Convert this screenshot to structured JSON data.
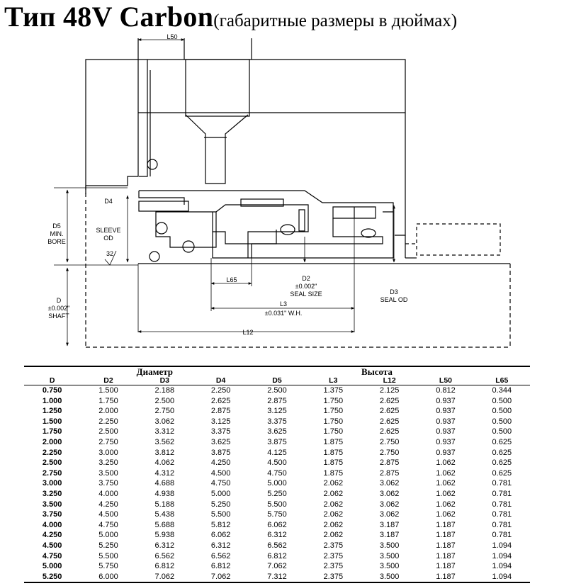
{
  "title": {
    "main": "Тип 48V Carbon",
    "sub": "(габаритные размеры в дюймах)"
  },
  "drawing": {
    "labels": {
      "l50": "L50",
      "d5_1": "D5",
      "d5_2": "MIN.",
      "d5_3": "BORE",
      "d4_1": "D4",
      "d4_2": "SLEEVE",
      "d4_3": "OD",
      "finish": "32",
      "d_1": "D",
      "d_2": "±0.002\"",
      "d_3": "SHAFT",
      "l65": "L65",
      "d2_1": "D2",
      "d2_2": "±0.002\"",
      "d2_3": "SEAL SIZE",
      "d3_1": "D3",
      "d3_2": "SEAL OD",
      "l3_1": "L3",
      "l3_2": "±0.031\" W.H.",
      "l12": "L12"
    }
  },
  "table": {
    "group_diameter": "Диаметр",
    "group_height": "Высота",
    "columns": [
      "D",
      "D2",
      "D3",
      "D4",
      "D5",
      "L3",
      "L12",
      "L50",
      "L65"
    ],
    "rows": [
      [
        "0.750",
        "1.500",
        "2.188",
        "2.250",
        "2.500",
        "1.375",
        "2.125",
        "0.812",
        "0.344"
      ],
      [
        "1.000",
        "1.750",
        "2.500",
        "2.625",
        "2.875",
        "1.750",
        "2.625",
        "0.937",
        "0.500"
      ],
      [
        "1.250",
        "2.000",
        "2.750",
        "2.875",
        "3.125",
        "1.750",
        "2.625",
        "0.937",
        "0.500"
      ],
      [
        "1.500",
        "2.250",
        "3.062",
        "3.125",
        "3.375",
        "1.750",
        "2.625",
        "0.937",
        "0.500"
      ],
      [
        "1.750",
        "2.500",
        "3.312",
        "3.375",
        "3.625",
        "1.750",
        "2.625",
        "0.937",
        "0.500"
      ],
      [
        "2.000",
        "2.750",
        "3.562",
        "3.625",
        "3.875",
        "1.875",
        "2.750",
        "0.937",
        "0.625"
      ],
      [
        "2.250",
        "3.000",
        "3.812",
        "3.875",
        "4.125",
        "1.875",
        "2.750",
        "0.937",
        "0.625"
      ],
      [
        "2.500",
        "3.250",
        "4.062",
        "4.250",
        "4.500",
        "1.875",
        "2.875",
        "1.062",
        "0.625"
      ],
      [
        "2.750",
        "3.500",
        "4.312",
        "4.500",
        "4.750",
        "1.875",
        "2.875",
        "1.062",
        "0.625"
      ],
      [
        "3.000",
        "3.750",
        "4.688",
        "4.750",
        "5.000",
        "2.062",
        "3.062",
        "1.062",
        "0.781"
      ],
      [
        "3.250",
        "4.000",
        "4.938",
        "5.000",
        "5.250",
        "2.062",
        "3.062",
        "1.062",
        "0.781"
      ],
      [
        "3.500",
        "4.250",
        "5.188",
        "5.250",
        "5.500",
        "2.062",
        "3.062",
        "1.062",
        "0.781"
      ],
      [
        "3.750",
        "4.500",
        "5.438",
        "5.500",
        "5.750",
        "2.062",
        "3.062",
        "1.062",
        "0.781"
      ],
      [
        "4.000",
        "4.750",
        "5.688",
        "5.812",
        "6.062",
        "2.062",
        "3.187",
        "1.187",
        "0.781"
      ],
      [
        "4.250",
        "5.000",
        "5.938",
        "6.062",
        "6.312",
        "2.062",
        "3.187",
        "1.187",
        "0.781"
      ],
      [
        "4.500",
        "5.250",
        "6.312",
        "6.312",
        "6.562",
        "2.375",
        "3.500",
        "1.187",
        "1.094"
      ],
      [
        "4.750",
        "5.500",
        "6.562",
        "6.562",
        "6.812",
        "2.375",
        "3.500",
        "1.187",
        "1.094"
      ],
      [
        "5.000",
        "5.750",
        "6.812",
        "6.812",
        "7.062",
        "2.375",
        "3.500",
        "1.187",
        "1.094"
      ],
      [
        "5.250",
        "6.000",
        "7.062",
        "7.062",
        "7.312",
        "2.375",
        "3.500",
        "1.187",
        "1.094"
      ]
    ]
  }
}
